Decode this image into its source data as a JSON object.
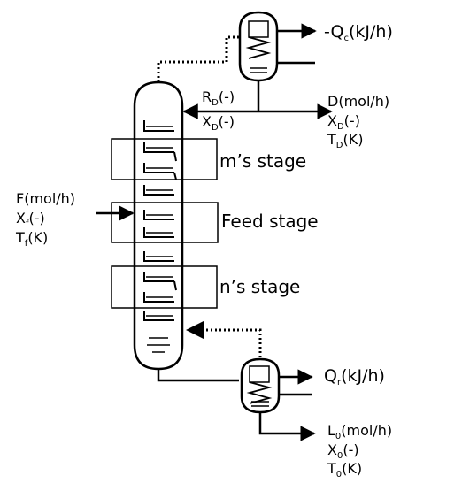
{
  "condenser": {
    "duty": {
      "prefix": "-Q",
      "sub": "c",
      "suffix": "(kJ/h)"
    }
  },
  "reflux": {
    "rate": {
      "prefix": "R",
      "sub": "D",
      "suffix": "(-)"
    },
    "composition": {
      "prefix": "X",
      "sub": "D",
      "suffix": "(-)"
    }
  },
  "distillate": {
    "flow": "D(mol/h)",
    "composition": {
      "prefix": "X",
      "sub": "D",
      "suffix": "(-)"
    },
    "temperature": {
      "prefix": "T",
      "sub": "D",
      "suffix": "(K)"
    }
  },
  "feed": {
    "flow": "F(mol/h)",
    "composition": {
      "prefix": "X",
      "sub": "f",
      "suffix": "(-)"
    },
    "temperature": {
      "prefix": "T",
      "sub": "f",
      "suffix": "(K)"
    }
  },
  "stages": {
    "m": "m’s stage",
    "feed": "Feed stage",
    "n": "n’s stage"
  },
  "reboiler": {
    "duty": {
      "prefix": "Q",
      "sub": "r",
      "suffix": "(kJ/h)"
    }
  },
  "bottoms": {
    "flow": {
      "prefix": "L",
      "sub": "0",
      "suffix": "(mol/h)"
    },
    "composition": {
      "prefix": "X",
      "sub": "0",
      "suffix": "(-)"
    },
    "temperature": {
      "prefix": "T",
      "sub": "0",
      "suffix": "(K)"
    }
  }
}
